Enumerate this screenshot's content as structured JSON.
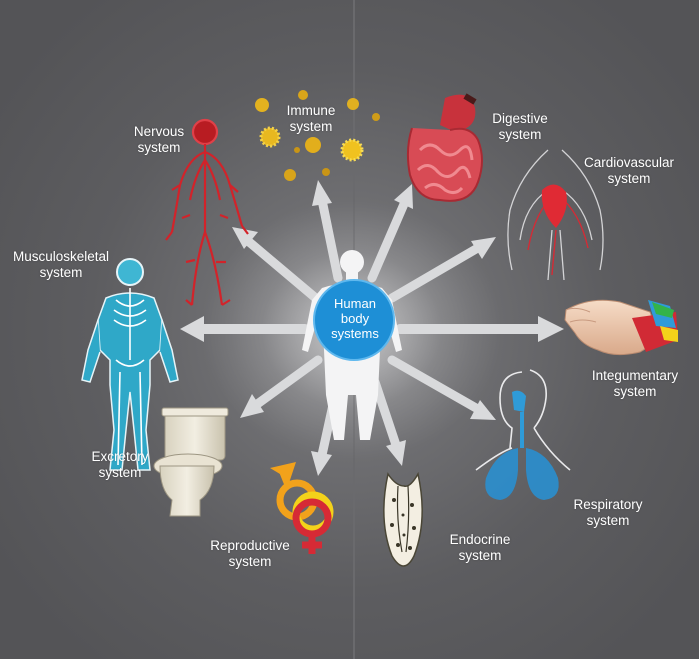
{
  "center": {
    "line1": "Human",
    "line2": "body",
    "line3": "systems"
  },
  "systems": {
    "nervous": {
      "line1": "Nervous",
      "line2": "system",
      "icon": "nervous-system-icon"
    },
    "immune": {
      "line1": "Immune",
      "line2": "system",
      "icon": "immune-cells-icon"
    },
    "digestive": {
      "line1": "Digestive",
      "line2": "system",
      "icon": "digestive-tract-icon"
    },
    "cardiovascular": {
      "line1": "Cardiovascular",
      "line2": "system",
      "icon": "heart-vessels-icon"
    },
    "musculoskeletal": {
      "line1": "Musculoskeletal",
      "line2": "system",
      "icon": "skeleton-muscles-icon"
    },
    "integumentary": {
      "line1": "Integumentary",
      "line2": "system",
      "icon": "hand-skin-icon"
    },
    "excretory": {
      "line1": "Excretory",
      "line2": "system",
      "icon": "toilet-icon"
    },
    "respiratory": {
      "line1": "Respiratory",
      "line2": "system",
      "icon": "lungs-icon"
    },
    "reproductive": {
      "line1": "Reproductive",
      "line2": "system",
      "icon": "gender-symbols-icon"
    },
    "endocrine": {
      "line1": "Endocrine",
      "line2": "system",
      "icon": "gland-icon"
    }
  },
  "colors": {
    "background": "#5c5c5f",
    "center_circle": "#1e8fd6",
    "arrow": "#d9dadc",
    "nervous": "#d2232a",
    "digestive": "#d94c55",
    "skeleton": "#2fa8c8",
    "reproductive_male": "#f2a21b",
    "reproductive_female": "#d62a35",
    "reproductive_yellow": "#f3d21a"
  }
}
